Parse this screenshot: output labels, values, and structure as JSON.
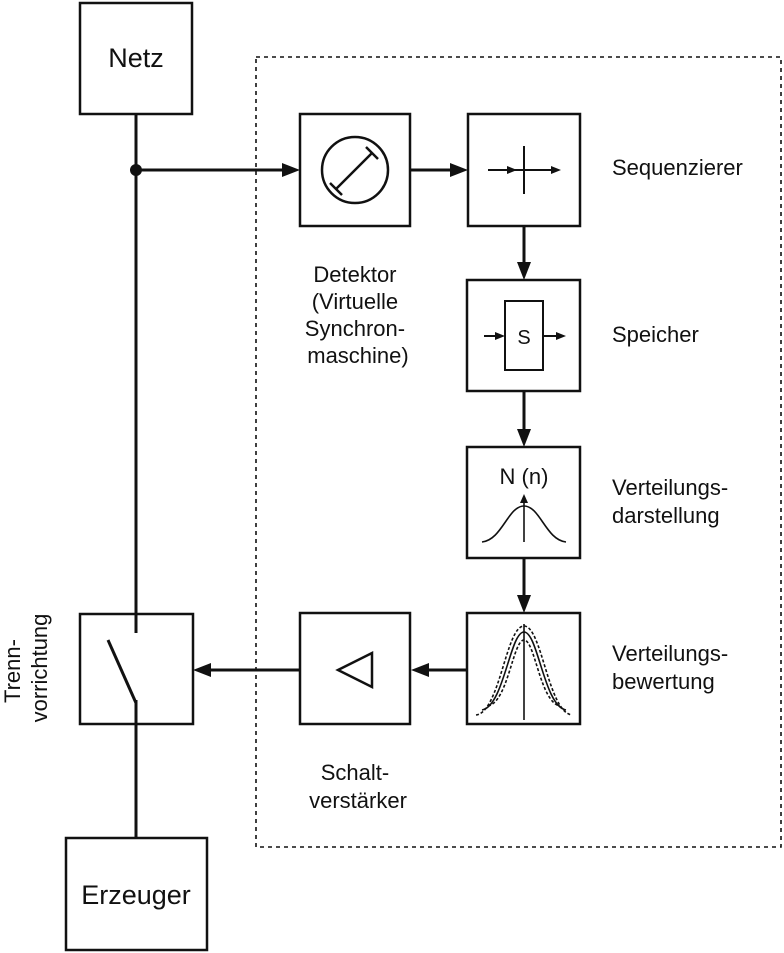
{
  "blocks": {
    "netz": "Netz",
    "erzeuger": "Erzeuger",
    "speicher_symbol": "S",
    "verteilung_symbol": "N (n)"
  },
  "labels": {
    "detektor": [
      "Detektor",
      "(Virtuelle",
      "Synchron-",
      "maschine)"
    ],
    "sequenzierer": "Sequenzierer",
    "speicher": "Speicher",
    "verteilungsdarstellung": [
      "Verteilungs-",
      "darstellung"
    ],
    "verteilungsbewertung": [
      "Verteilungs-",
      "bewertung"
    ],
    "schaltverstaerker": [
      "Schalt-",
      "verstärker"
    ],
    "trennvorrichtung": [
      "Trenn-",
      "vorrichtung"
    ]
  }
}
